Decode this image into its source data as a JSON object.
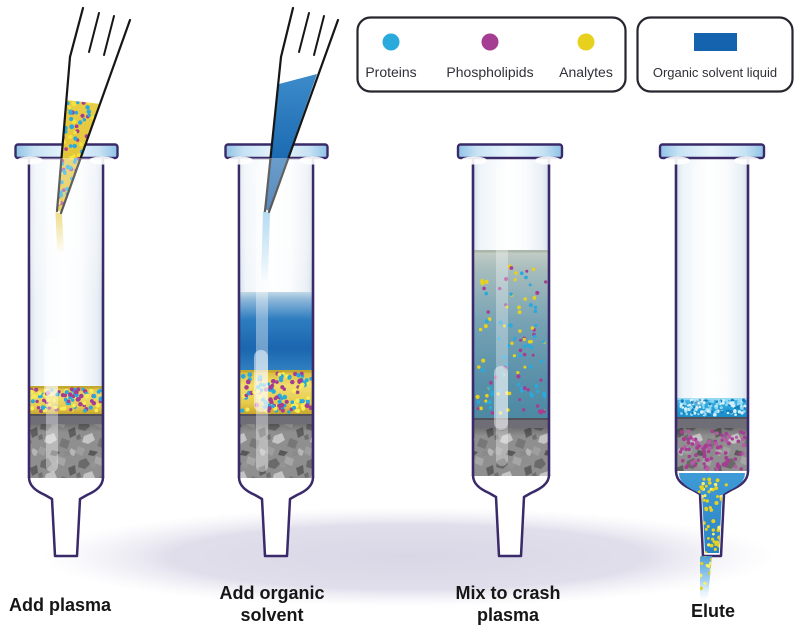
{
  "legend": {
    "particles": [
      {
        "label": "Proteins",
        "color": "#29a9dc"
      },
      {
        "label": "Phospholipids",
        "color": "#a53e92"
      },
      {
        "label": "Analytes",
        "color": "#e7d01e"
      }
    ],
    "solvent": {
      "label": "Organic solvent liquid",
      "color": "#1563ae"
    }
  },
  "steps": [
    {
      "name": "add-plasma",
      "line1": "Add plasma",
      "line2": ""
    },
    {
      "name": "add-organic-solvent",
      "line1": "Add organic",
      "line2": "solvent"
    },
    {
      "name": "mix-to-crash-plasma",
      "line1": "Mix to crash",
      "line2": "plasma"
    },
    {
      "name": "elute",
      "line1": "Elute",
      "line2": ""
    }
  ],
  "colors": {
    "outline_purple": "#3a2a6a",
    "flange_blue": "#b7d9ef",
    "plasma_yellow": "#ead23f",
    "organic_solvent_deep": "#1864ae",
    "mixed_liquid_teal": "#5b93ab",
    "frit_gray": "#6f6d76",
    "sorbent_gray": "#8e8e8e",
    "elute_blue": "#2f8fd0"
  }
}
